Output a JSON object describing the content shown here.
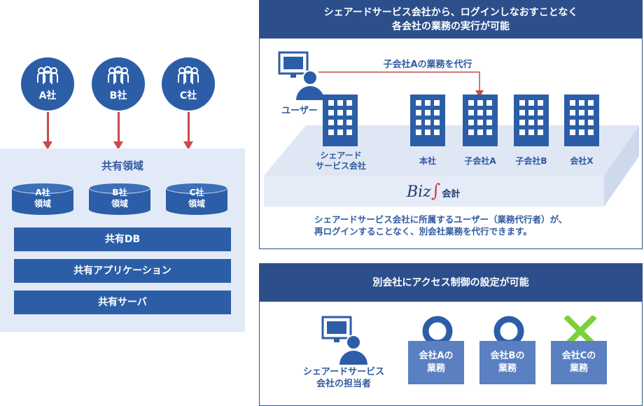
{
  "left": {
    "companies": [
      {
        "label": "A社"
      },
      {
        "label": "B社"
      },
      {
        "label": "C社"
      }
    ],
    "shared_title": "共有領域",
    "areas": [
      {
        "line1": "A社",
        "line2": "領域"
      },
      {
        "line1": "B社",
        "line2": "領域"
      },
      {
        "line1": "C社",
        "line2": "領域"
      }
    ],
    "bars": [
      "共有DB",
      "共有アプリケーション",
      "共有サーバ"
    ]
  },
  "panel1": {
    "title_line1": "シェアードサービス会社から、ログインしなおすことなく",
    "title_line2": "各会社の業務の実行が可能",
    "user_label": "ユーザー",
    "proxy_label": "子会社Aの業務を代行",
    "buildings": [
      {
        "line1": "シェアード",
        "line2": "サービス会社"
      },
      {
        "line1": "本社",
        "line2": ""
      },
      {
        "line1": "子会社A",
        "line2": ""
      },
      {
        "line1": "子会社B",
        "line2": ""
      },
      {
        "line1": "会社X",
        "line2": ""
      }
    ],
    "brand_text": "Biz",
    "brand_suffix": "会計",
    "desc_line1": "シェアードサービス会社に所属するユーザー（業務代行者）が、",
    "desc_line2": "再ログインすることなく、別会社業務を代行できます。"
  },
  "panel2": {
    "title": "別会社にアクセス制御の設定が可能",
    "user_line1": "シェアードサービス",
    "user_line2": "会社の担当者",
    "boxes": [
      {
        "line1": "会社Aの",
        "line2": "業務",
        "access": "allowed"
      },
      {
        "line1": "会社Bの",
        "line2": "業務",
        "access": "allowed"
      },
      {
        "line1": "会社Cの",
        "line2": "業務",
        "access": "denied"
      }
    ]
  },
  "colors": {
    "primary": "#2c5ea8",
    "header": "#2c4f8c",
    "arrow": "#c94a4a",
    "deny": "#7bd13a",
    "area": "#e3eaf7"
  }
}
